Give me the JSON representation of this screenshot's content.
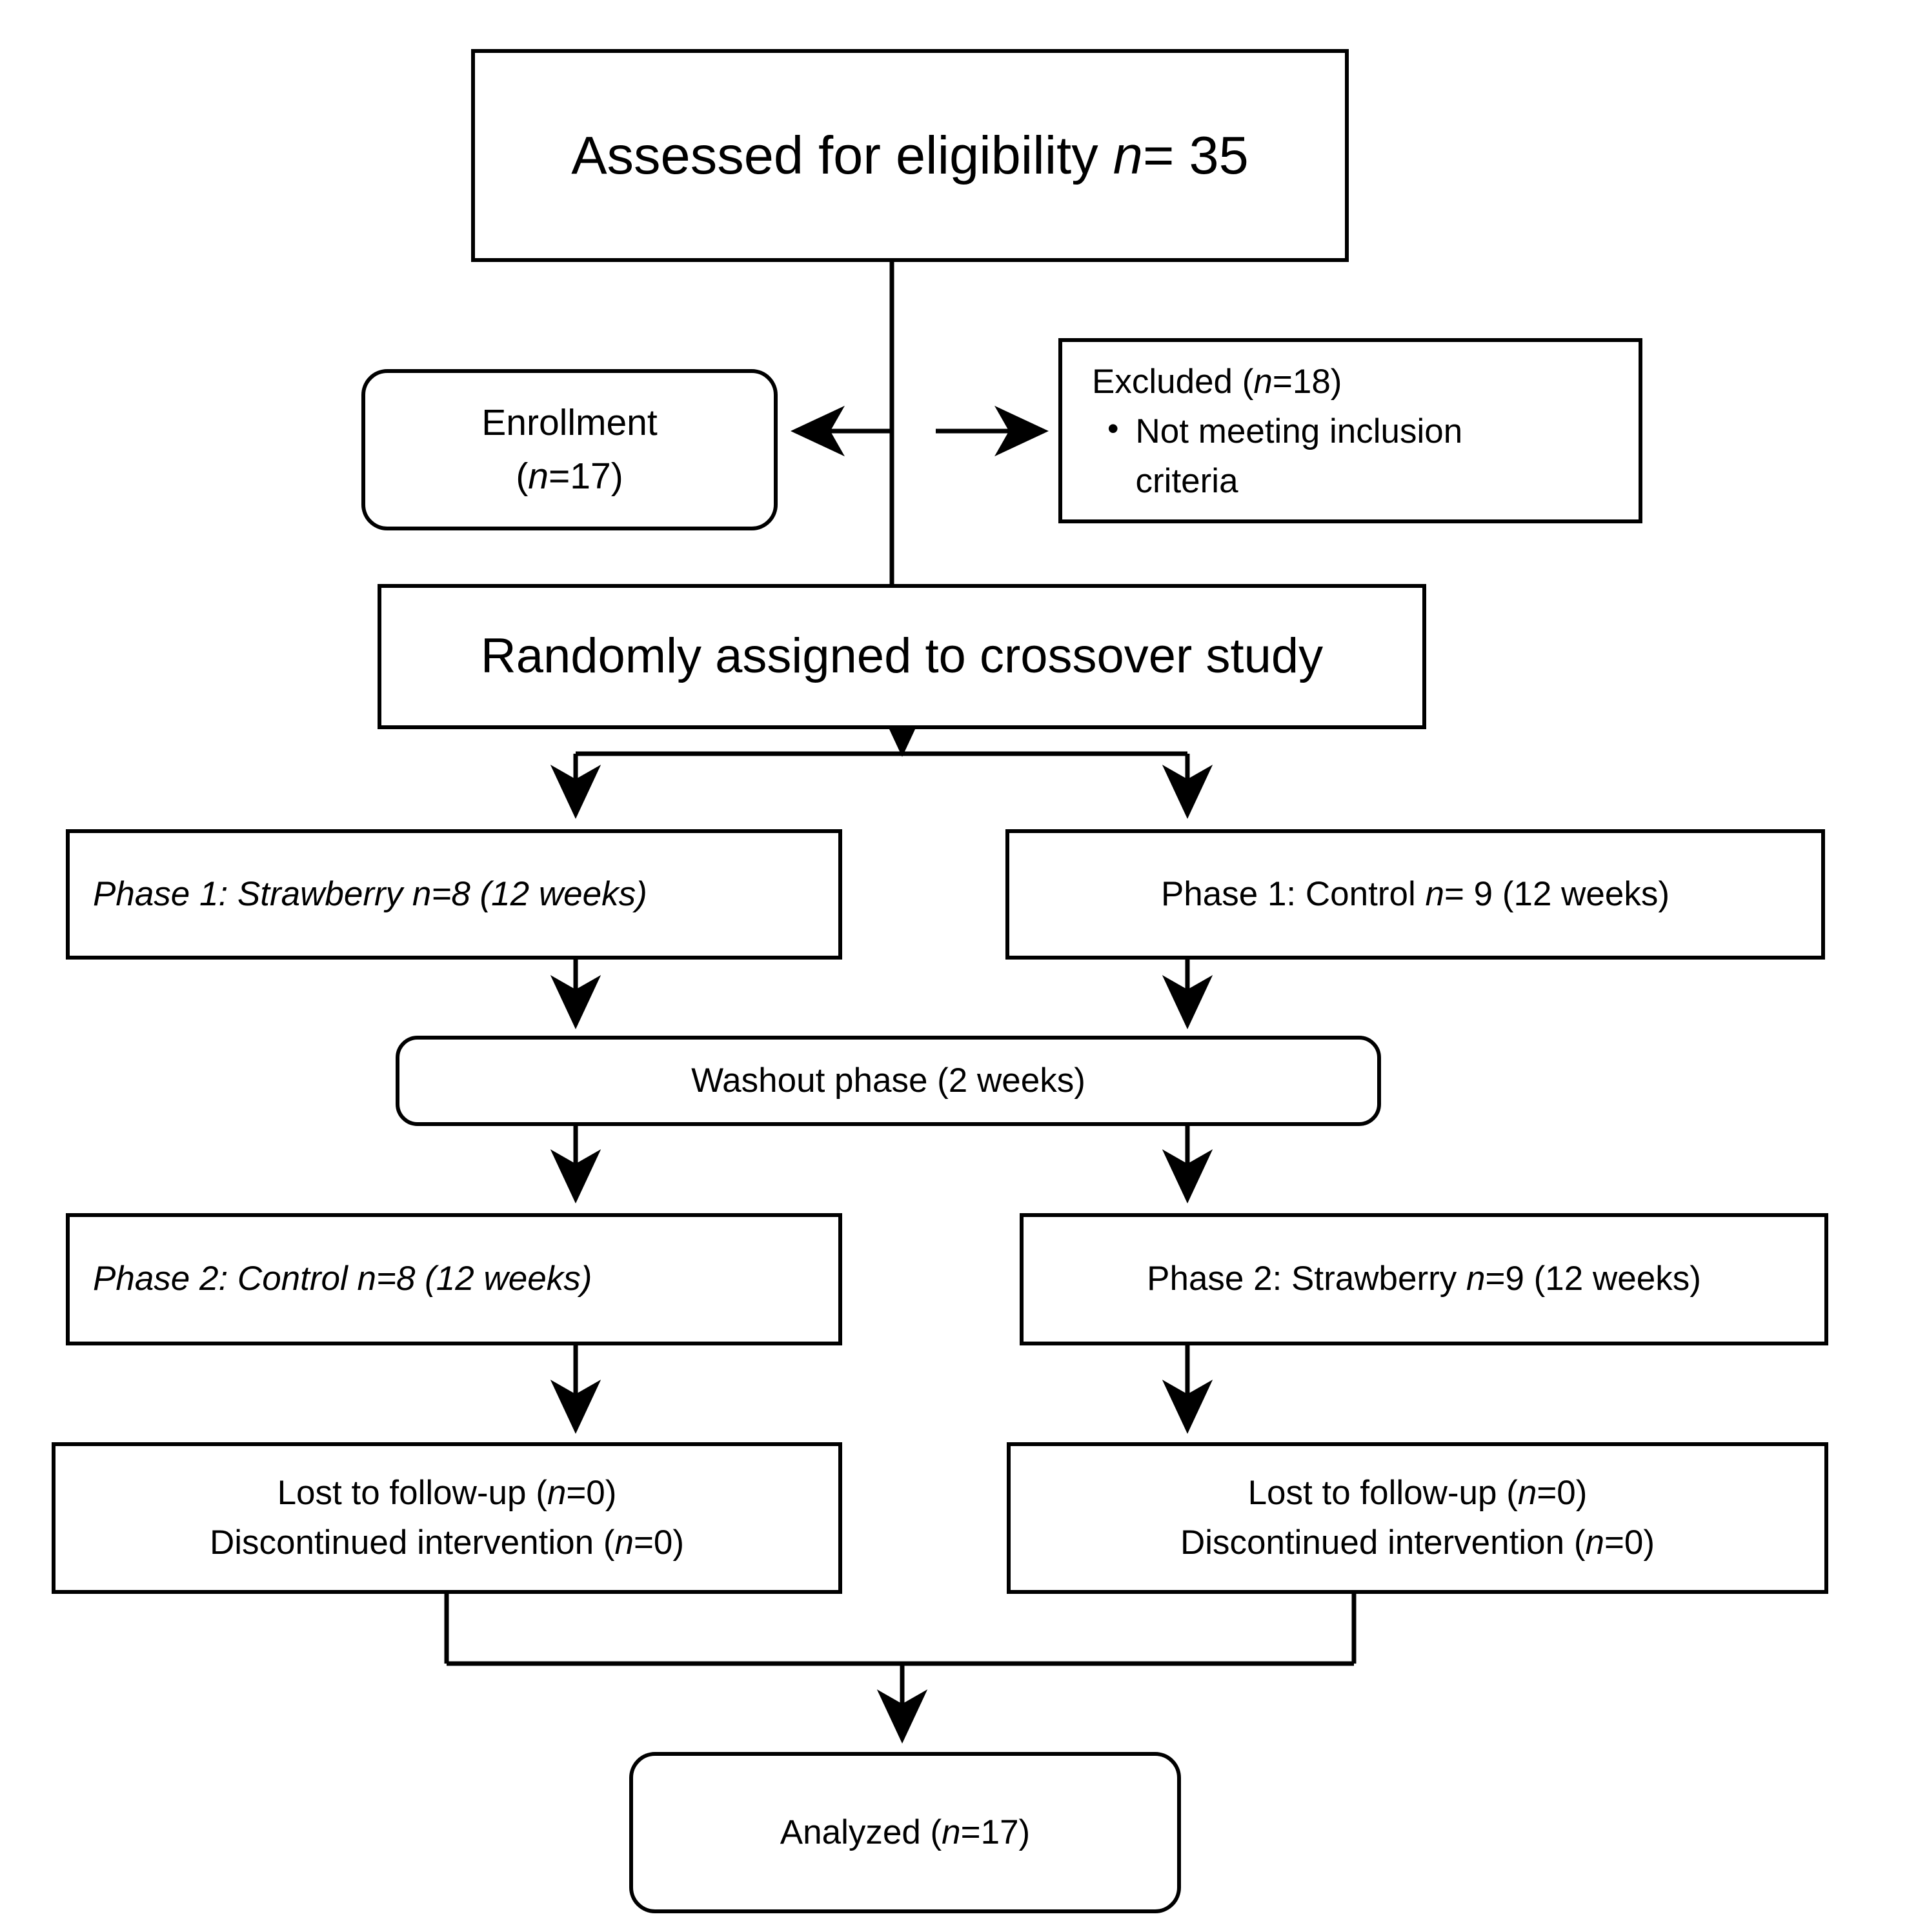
{
  "figure": {
    "type": "consort-flow-diagram",
    "title_visible": false,
    "stroke_color": "#000000",
    "background_color": "#ffffff"
  },
  "nodes": {
    "assessed": {
      "id": "assessed-for-eligibility",
      "shape": "rectangle",
      "text_plain": "Assessed for eligibility n= 35",
      "prefix": "Assessed for eligibility ",
      "italic": "n",
      "suffix": "= 35",
      "count": 35
    },
    "enrollment": {
      "id": "enrollment",
      "shape": "rounded-rectangle",
      "line1": "Enrollment",
      "line2_open": "(",
      "line2_italic": "n",
      "line2_rest": "=17)",
      "count": 17
    },
    "excluded": {
      "id": "excluded",
      "shape": "rectangle",
      "header_prefix": "Excluded (",
      "header_italic": "n",
      "header_suffix": "=18)",
      "count": 18,
      "bullet_glyph": "•",
      "bullet_text": "Not meeting inclusion criteria"
    },
    "randomized": {
      "id": "randomly-assigned",
      "shape": "rectangle",
      "text": "Randomly assigned to crossover study"
    },
    "phase1_left": {
      "id": "phase-1-strawberry",
      "shape": "rectangle",
      "style": "all-italic",
      "align": "left",
      "prefix": "Phase 1: Strawberry ",
      "italic": "n",
      "suffix": "=8 (12 weeks)",
      "phase": 1,
      "arm": "Strawberry",
      "n": 8,
      "duration": "12 weeks"
    },
    "phase1_right": {
      "id": "phase-1-control",
      "shape": "rectangle",
      "style": "regular",
      "align": "center",
      "prefix": "Phase 1: Control ",
      "italic": "n",
      "suffix": "= 9 (12 weeks)",
      "phase": 1,
      "arm": "Control",
      "n": 9,
      "duration": "12 weeks"
    },
    "washout": {
      "id": "washout-phase",
      "shape": "rounded-rectangle",
      "text": "Washout phase (2 weeks)",
      "duration": "2 weeks"
    },
    "phase2_left": {
      "id": "phase-2-control",
      "shape": "rectangle",
      "style": "all-italic",
      "align": "left",
      "prefix": "Phase 2: Control ",
      "italic": "n",
      "suffix": "=8 (12 weeks)",
      "phase": 2,
      "arm": "Control",
      "n": 8,
      "duration": "12 weeks"
    },
    "phase2_right": {
      "id": "phase-2-strawberry",
      "shape": "rectangle",
      "style": "regular",
      "align": "center",
      "prefix": "Phase 2: Strawberry ",
      "italic": "n",
      "suffix": "=9 (12 weeks)",
      "phase": 2,
      "arm": "Strawberry",
      "n": 9,
      "duration": "12 weeks"
    },
    "attrition_left": {
      "id": "attrition-left",
      "shape": "rectangle",
      "line1_prefix": "Lost to follow-up (",
      "line1_italic": "n",
      "line1_suffix": "=0)",
      "line2_prefix": "Discontinued intervention (",
      "line2_italic": "n",
      "line2_suffix": "=0)",
      "lost_to_followup": 0,
      "discontinued": 0
    },
    "attrition_right": {
      "id": "attrition-right",
      "shape": "rectangle",
      "line1_prefix": "Lost to follow-up (",
      "line1_italic": "n",
      "line1_suffix": "=0)",
      "line2_prefix": "Discontinued intervention (",
      "line2_italic": "n",
      "line2_suffix": "=0)",
      "lost_to_followup": 0,
      "discontinued": 0
    },
    "analyzed": {
      "id": "analyzed",
      "shape": "rounded-rectangle",
      "prefix": "Analyzed (",
      "italic": "n",
      "suffix": "=17)",
      "count": 17
    }
  },
  "connectors": [
    {
      "from": "assessed",
      "to": "enrollment",
      "type": "elbow-arrow-left"
    },
    {
      "from": "assessed",
      "to": "excluded",
      "type": "elbow-arrow-right"
    },
    {
      "from": "assessed",
      "to": "randomized",
      "type": "straight-line"
    },
    {
      "from": "randomized",
      "to": "phase1_left",
      "type": "split-arrow-down"
    },
    {
      "from": "randomized",
      "to": "phase1_right",
      "type": "split-arrow-down"
    },
    {
      "from": "phase1_left",
      "to": "washout",
      "type": "arrow-down"
    },
    {
      "from": "phase1_right",
      "to": "washout",
      "type": "arrow-down"
    },
    {
      "from": "washout",
      "to": "phase2_left",
      "type": "arrow-down"
    },
    {
      "from": "washout",
      "to": "phase2_right",
      "type": "arrow-down"
    },
    {
      "from": "phase2_left",
      "to": "attrition_left",
      "type": "arrow-down"
    },
    {
      "from": "phase2_right",
      "to": "attrition_right",
      "type": "arrow-down"
    },
    {
      "from": "attrition_left",
      "to": "analyzed",
      "type": "merge-arrow-down"
    },
    {
      "from": "attrition_right",
      "to": "analyzed",
      "type": "merge-arrow-down"
    }
  ]
}
